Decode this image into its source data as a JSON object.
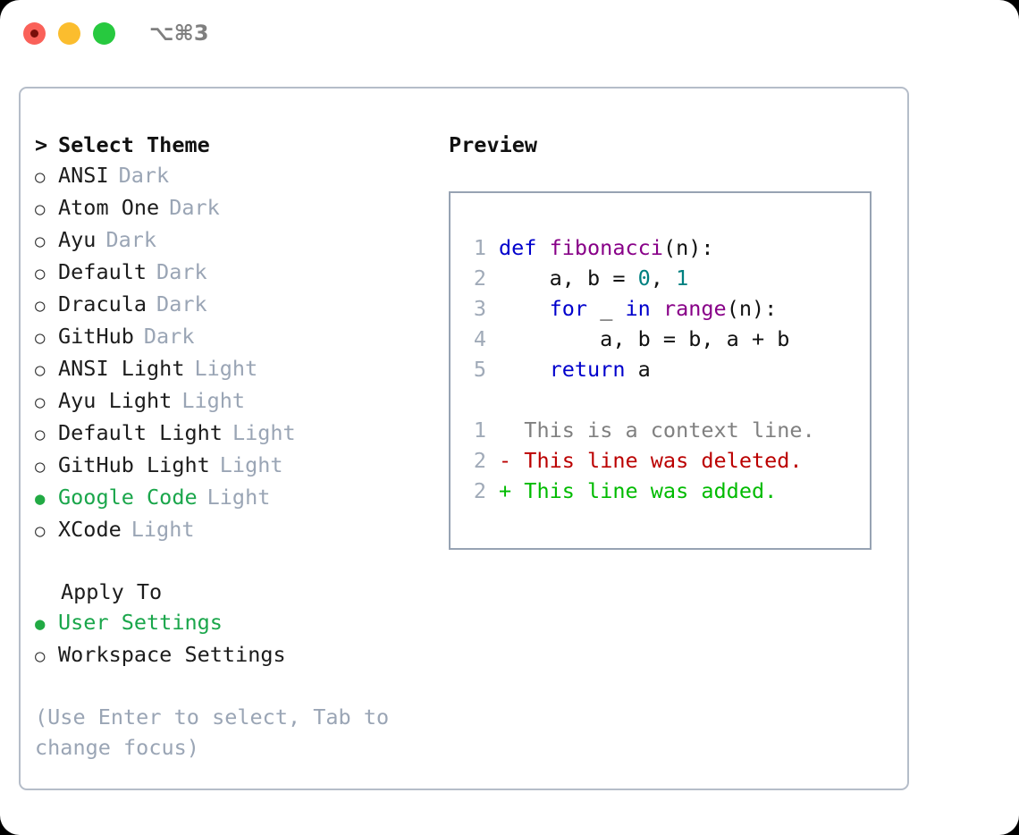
{
  "titlebar": {
    "shortcut": "⌥⌘3",
    "buttons": [
      {
        "name": "close",
        "label": ""
      },
      {
        "name": "minimize",
        "label": ""
      },
      {
        "name": "maximize",
        "label": ""
      }
    ]
  },
  "theme_picker": {
    "caret": ">",
    "heading": "Select Theme",
    "bullet_unselected": "○",
    "bullet_selected": "●",
    "items": [
      {
        "label": "ANSI",
        "variant": "Dark",
        "selected": false
      },
      {
        "label": "Atom One",
        "variant": "Dark",
        "selected": false
      },
      {
        "label": "Ayu",
        "variant": "Dark",
        "selected": false
      },
      {
        "label": "Default",
        "variant": "Dark",
        "selected": false
      },
      {
        "label": "Dracula",
        "variant": "Dark",
        "selected": false
      },
      {
        "label": "GitHub",
        "variant": "Dark",
        "selected": false
      },
      {
        "label": "ANSI Light",
        "variant": "Light",
        "selected": false
      },
      {
        "label": "Ayu Light",
        "variant": "Light",
        "selected": false
      },
      {
        "label": "Default Light",
        "variant": "Light",
        "selected": false
      },
      {
        "label": "GitHub Light",
        "variant": "Light",
        "selected": false
      },
      {
        "label": "Google Code",
        "variant": "Light",
        "selected": true
      },
      {
        "label": "XCode",
        "variant": "Light",
        "selected": false
      }
    ]
  },
  "apply_to": {
    "heading": "Apply To",
    "items": [
      {
        "label": "User Settings",
        "selected": true
      },
      {
        "label": "Workspace Settings",
        "selected": false
      }
    ]
  },
  "hint": "(Use Enter to select, Tab to change focus)",
  "preview": {
    "heading": "Preview",
    "code_lines": [
      {
        "ln": "1",
        "spans": [
          {
            "t": "def ",
            "c": "kw"
          },
          {
            "t": "fibonacci",
            "c": "fn"
          },
          {
            "t": "(n):",
            "c": "txt"
          }
        ]
      },
      {
        "ln": "2",
        "spans": [
          {
            "t": "    a, b = ",
            "c": "txt"
          },
          {
            "t": "0",
            "c": "num"
          },
          {
            "t": ", ",
            "c": "txt"
          },
          {
            "t": "1",
            "c": "num"
          }
        ]
      },
      {
        "ln": "3",
        "spans": [
          {
            "t": "    ",
            "c": "txt"
          },
          {
            "t": "for",
            "c": "kw"
          },
          {
            "t": " _ ",
            "c": "txt"
          },
          {
            "t": "in",
            "c": "kw"
          },
          {
            "t": " ",
            "c": "txt"
          },
          {
            "t": "range",
            "c": "fn"
          },
          {
            "t": "(n):",
            "c": "txt"
          }
        ]
      },
      {
        "ln": "4",
        "spans": [
          {
            "t": "        a, b = b, a + b",
            "c": "txt"
          }
        ]
      },
      {
        "ln": "5",
        "spans": [
          {
            "t": "    ",
            "c": "txt"
          },
          {
            "t": "return",
            "c": "kw"
          },
          {
            "t": " a",
            "c": "txt"
          }
        ]
      }
    ],
    "diff_lines": [
      {
        "ln": "1",
        "marker": " ",
        "text": " This is a context line.",
        "kind": "ctx"
      },
      {
        "ln": "2",
        "marker": "-",
        "text": " This line was deleted.",
        "kind": "del"
      },
      {
        "ln": "2",
        "marker": "+",
        "text": " This line was added.",
        "kind": "add"
      }
    ]
  },
  "colors": {
    "accent_green": "#1aa64b",
    "bullet_green": "#22aa44",
    "muted": "#9aa5b5",
    "border": "#b5bdc9",
    "preview_border": "#97a3b3",
    "keyword": "#0000cc",
    "function": "#880088",
    "number": "#008080",
    "diff_delete": "#bb0000",
    "diff_add": "#00bb00",
    "diff_context": "#808080",
    "traffic_close": "#fa6159",
    "traffic_min": "#fbbd2e",
    "traffic_max": "#27c93f"
  }
}
